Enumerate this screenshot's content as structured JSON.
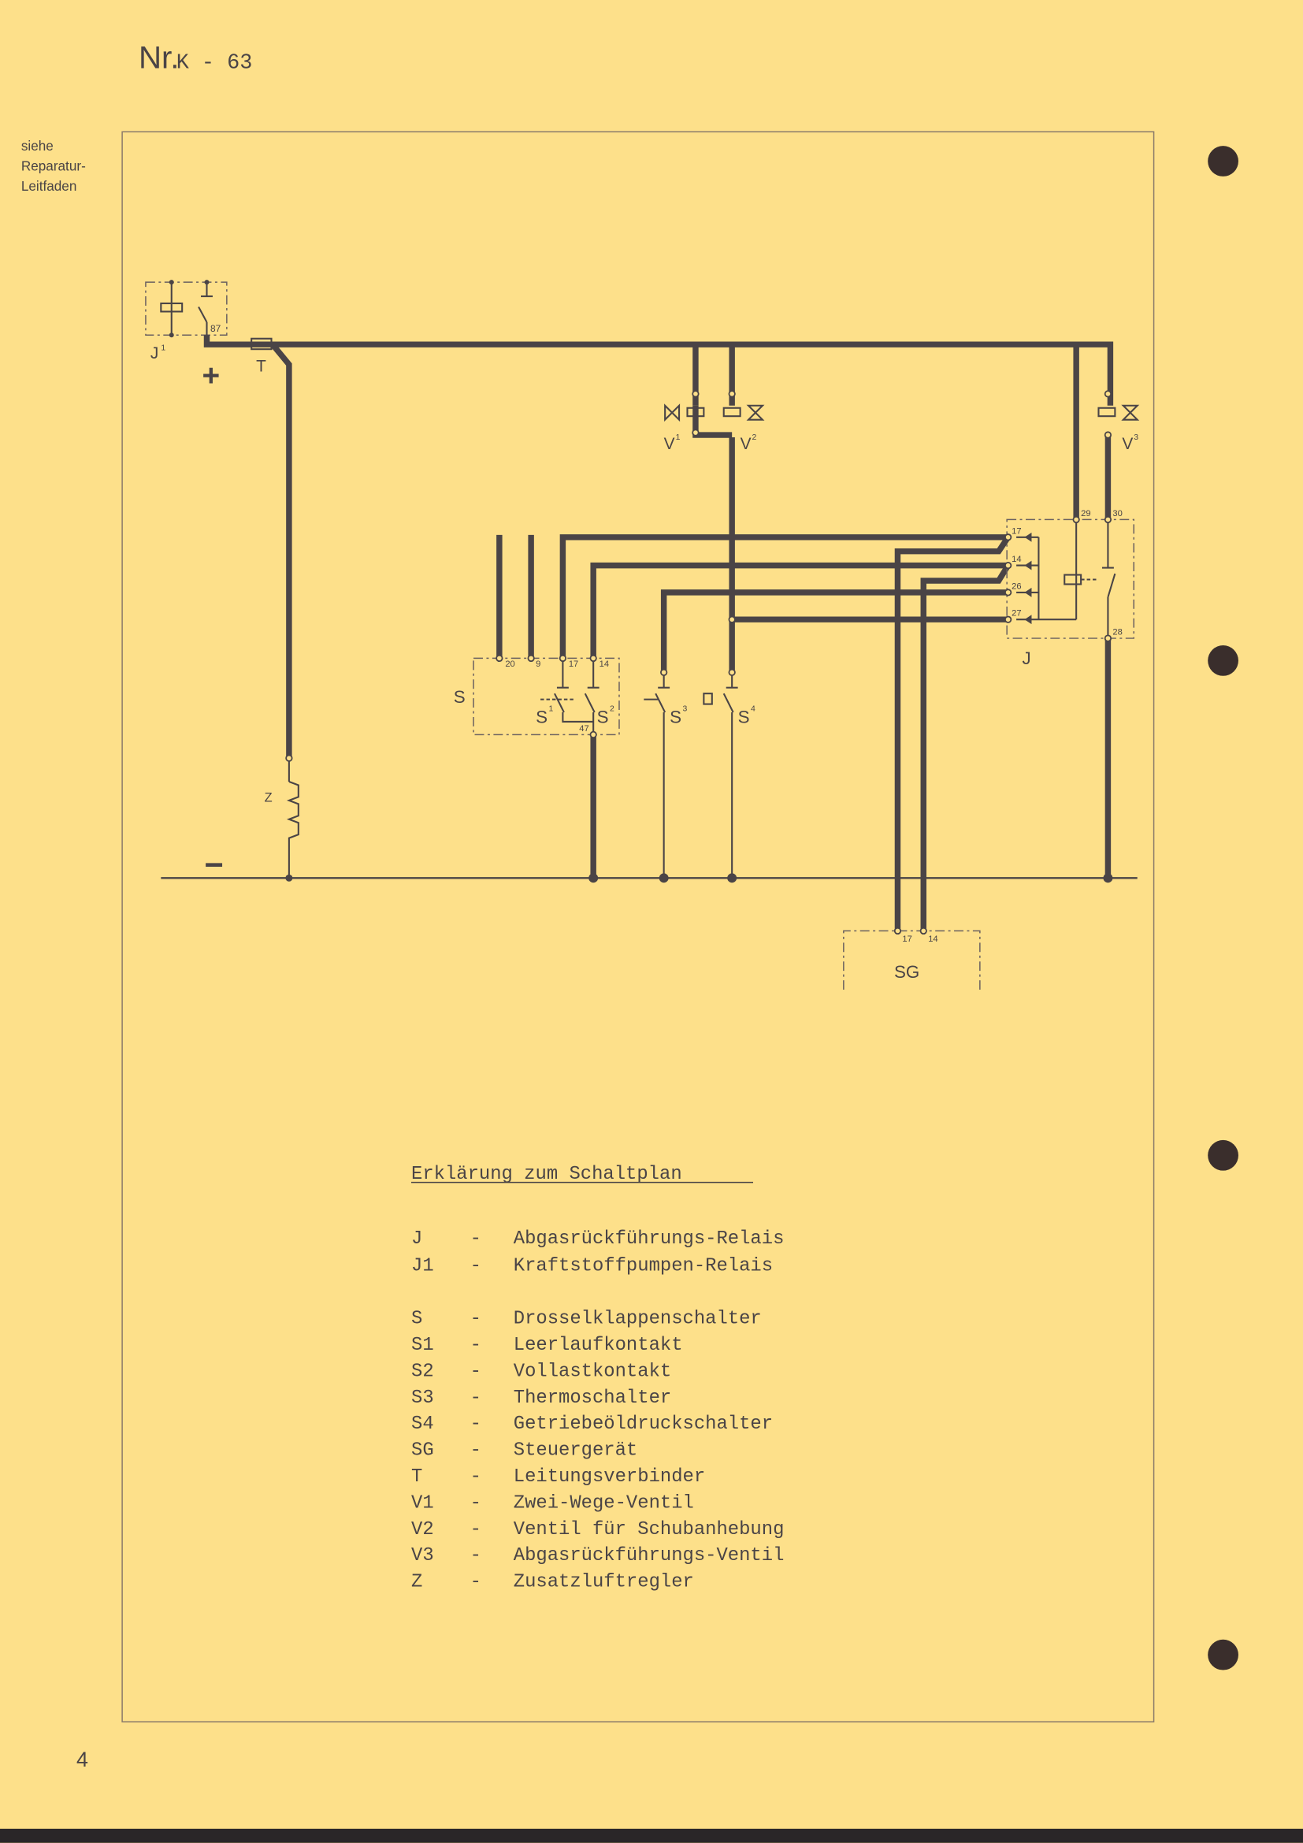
{
  "header": {
    "nr_label": "Nr.",
    "nr_value": "K - 63"
  },
  "side_note": [
    "siehe",
    "Reparatur-",
    "Leitfaden"
  ],
  "page_number": "4",
  "schematic": {
    "labels": {
      "J1": "J",
      "J1_sup": "1",
      "T": "T",
      "plus": "+",
      "minus": "−",
      "Z": "Z",
      "V1": "V",
      "V1_sup": "1",
      "V2": "V",
      "V2_sup": "2",
      "V3": "V",
      "V3_sup": "3",
      "S": "S",
      "S1": "S",
      "S1_sup": "1",
      "S2": "S",
      "S2_sup": "2",
      "S3": "S",
      "S3_sup": "3",
      "S4": "S",
      "S4_sup": "4",
      "J": "J",
      "SG": "SG"
    },
    "terminals": {
      "t87": "87",
      "t20": "20",
      "t9": "9",
      "t17": "17",
      "t14": "14",
      "t47": "47",
      "j17": "17",
      "j14": "14",
      "j26": "26",
      "j27": "27",
      "j29": "29",
      "j30": "30",
      "j28": "28",
      "sg17": "17",
      "sg14": "14"
    }
  },
  "legend": {
    "title": "Erklärung zum Schaltplan",
    "group1": [
      {
        "code": "J",
        "dash": "-",
        "desc": "Abgasrückführungs-Relais"
      },
      {
        "code": "J1",
        "dash": "-",
        "desc": "Kraftstoffpumpen-Relais"
      }
    ],
    "group2": [
      {
        "code": "S",
        "dash": "-",
        "desc": "Drosselklappenschalter"
      },
      {
        "code": "S1",
        "dash": "-",
        "desc": "Leerlaufkontakt"
      },
      {
        "code": "S2",
        "dash": "-",
        "desc": "Vollastkontakt"
      },
      {
        "code": "S3",
        "dash": "-",
        "desc": "Thermoschalter"
      },
      {
        "code": "S4",
        "dash": "-",
        "desc": "Getriebeöldruckschalter"
      },
      {
        "code": "SG",
        "dash": "-",
        "desc": "Steuergerät"
      },
      {
        "code": "T",
        "dash": "-",
        "desc": "Leitungsverbinder"
      },
      {
        "code": "V1",
        "dash": "-",
        "desc": "Zwei-Wege-Ventil"
      },
      {
        "code": "V2",
        "dash": "-",
        "desc": "Ventil für Schubanhebung"
      },
      {
        "code": "V3",
        "dash": "-",
        "desc": "Abgasrückführungs-Ventil"
      },
      {
        "code": "Z",
        "dash": "-",
        "desc": "Zusatzluftregler"
      }
    ]
  },
  "colors": {
    "paper": "#fde08a",
    "ink": "#4a4446",
    "bottom_bar": "#2a2628"
  }
}
